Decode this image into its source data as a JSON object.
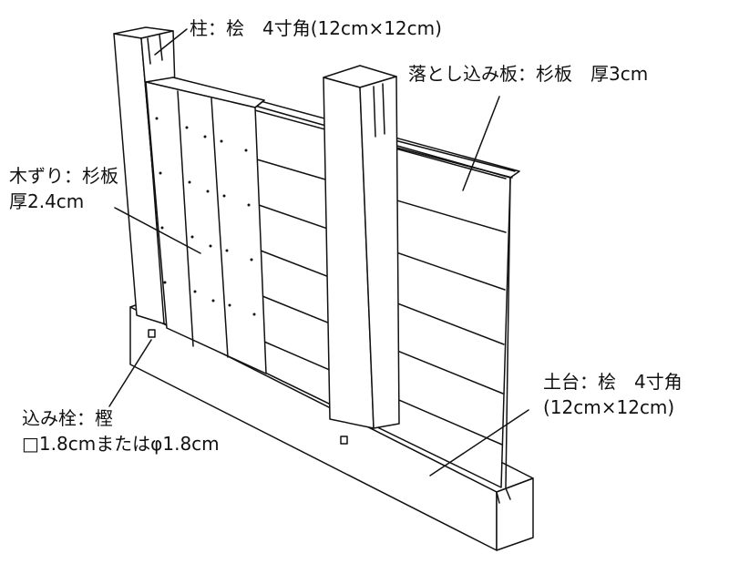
{
  "labels": {
    "pillar": "柱：桧　4寸角(12cm×12cm)",
    "board": "落とし込み板：杉板　厚3cm",
    "lath_line1": "木ずり：杉板",
    "lath_line2": "厚2.4cm",
    "peg_line1": "込み栓：樫",
    "peg_line2": "□1.8cmまたはφ1.8cm",
    "sill_line1": "土台：桧　4寸角",
    "sill_line2": "(12cm×12cm)"
  },
  "colors": {
    "stroke": "#111111",
    "fill": "#ffffff",
    "text": "#111111"
  }
}
